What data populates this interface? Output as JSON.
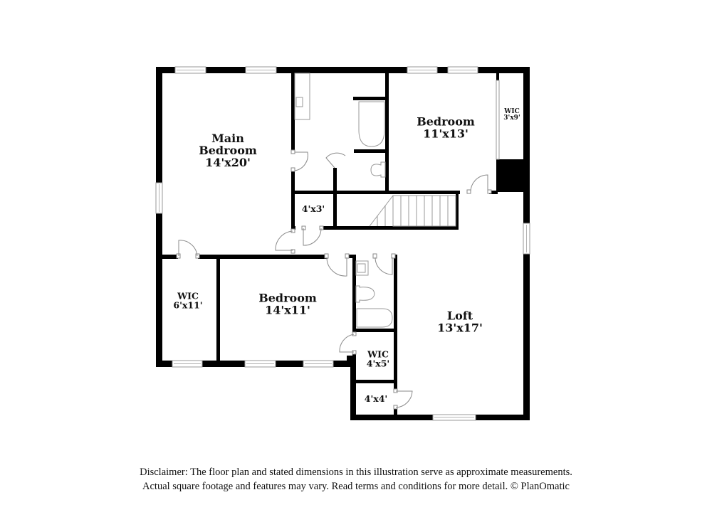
{
  "floor_plan": {
    "rooms": [
      {
        "id": "main-bedroom",
        "name": "Main Bedroom",
        "name_line1": "Main",
        "name_line2": "Bedroom",
        "dimensions": "14'x20'"
      },
      {
        "id": "bedroom-ne",
        "name": "Bedroom",
        "dimensions": "11'x13'"
      },
      {
        "id": "wic-ne",
        "name": "WIC",
        "dimensions": "3'x9'"
      },
      {
        "id": "closet-4x3",
        "name": "",
        "dimensions": "4'x3'"
      },
      {
        "id": "wic-sw",
        "name": "WIC",
        "dimensions": "6'x11'"
      },
      {
        "id": "bedroom-s",
        "name": "Bedroom",
        "dimensions": "14'x11'"
      },
      {
        "id": "loft",
        "name": "Loft",
        "dimensions": "13'x17'"
      },
      {
        "id": "wic-small",
        "name": "WIC",
        "dimensions": "4'x5'"
      },
      {
        "id": "closet-4x4",
        "name": "",
        "dimensions": "4'x4'"
      }
    ],
    "features": [
      "main-bathroom",
      "hall-bathroom",
      "staircase",
      "windows",
      "doors"
    ]
  },
  "disclaimer": {
    "line1": "Disclaimer: The floor plan and stated dimensions in this illustration serve as approximate measurements.",
    "line2": "Actual square footage and features may vary. Read terms and conditions for more detail. © PlanOmatic"
  },
  "colors": {
    "wall": "#000000",
    "background": "#ffffff",
    "fixture_stroke": "#9a9a9a"
  }
}
